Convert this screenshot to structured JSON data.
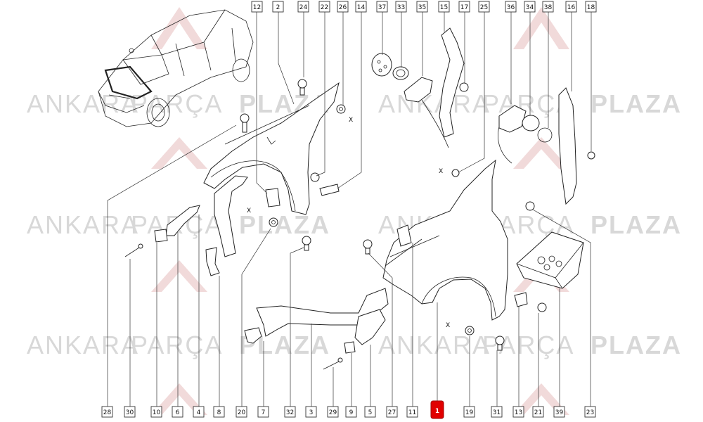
{
  "watermark": {
    "word1": "ANKARA",
    "word2": "PARÇA",
    "word3": "PLAZA",
    "logo_letters": "AP",
    "color": "#d8d8d8",
    "logo_color": "#f1dada"
  },
  "highlight_color": "#e10000",
  "top_callouts": [
    "12",
    "2",
    "24",
    "22",
    "26",
    "14",
    "37",
    "33",
    "35",
    "15",
    "17",
    "25",
    "36",
    "34",
    "38",
    "16",
    "18"
  ],
  "bottom_callouts": [
    "28",
    "30",
    "10",
    "6",
    "4",
    "8",
    "20",
    "7",
    "32",
    "3",
    "29",
    "9",
    "5",
    "27",
    "11",
    "1",
    "19",
    "31",
    "13",
    "21",
    "39",
    "23"
  ],
  "highlighted_callout": "1",
  "marker_label": "X"
}
